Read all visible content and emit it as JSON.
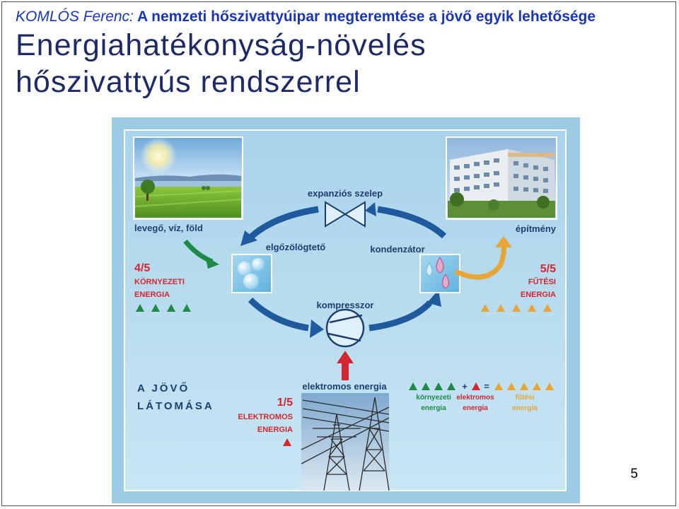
{
  "header": {
    "author": "KOMLÓS Ferenc:",
    "subtitle": " A nemzeti hőszivattyúipar megteremtése a jövő egyik lehetősége"
  },
  "title": {
    "line1": "Energiahatékonyság-növelés",
    "line2": "hőszivattyús rendszerrel"
  },
  "page_number": "5",
  "diagram": {
    "expansion_valve": "expanziós szelep",
    "evaporator": "elgőzölögtető",
    "condenser": "kondenzátor",
    "compressor": "kompresszor",
    "source_label": "levegő, víz, föld",
    "building_label": "építmény",
    "env_fraction": "4/5",
    "env_line1": "KÖRNYEZETI",
    "env_line2": "ENERGIA",
    "heat_fraction": "5/5",
    "heat_line1": "FŰTÉSI",
    "heat_line2": "ENERGIA",
    "electric_label": "elektromos energia",
    "elec_fraction": "1/5",
    "elec_line1": "ELEKTROMOS",
    "elec_line2": "ENERGIA",
    "future_line1": "A JÖVŐ",
    "future_line2": "LÁTOMÁSA",
    "plus": "+",
    "equals": "=",
    "legend_env_1": "környezeti",
    "legend_env_2": "energia",
    "legend_elec_1": "elektromos",
    "legend_elec_2": "energia",
    "legend_heat_1": "fűtési",
    "legend_heat_2": "energia",
    "colors": {
      "panel": "#b6dcee",
      "cycle_arrow": "#1f5a9e",
      "green": "#1e8a45",
      "orange": "#e8a534",
      "red": "#d4262e",
      "dark_text": "#1d3f6e"
    }
  }
}
